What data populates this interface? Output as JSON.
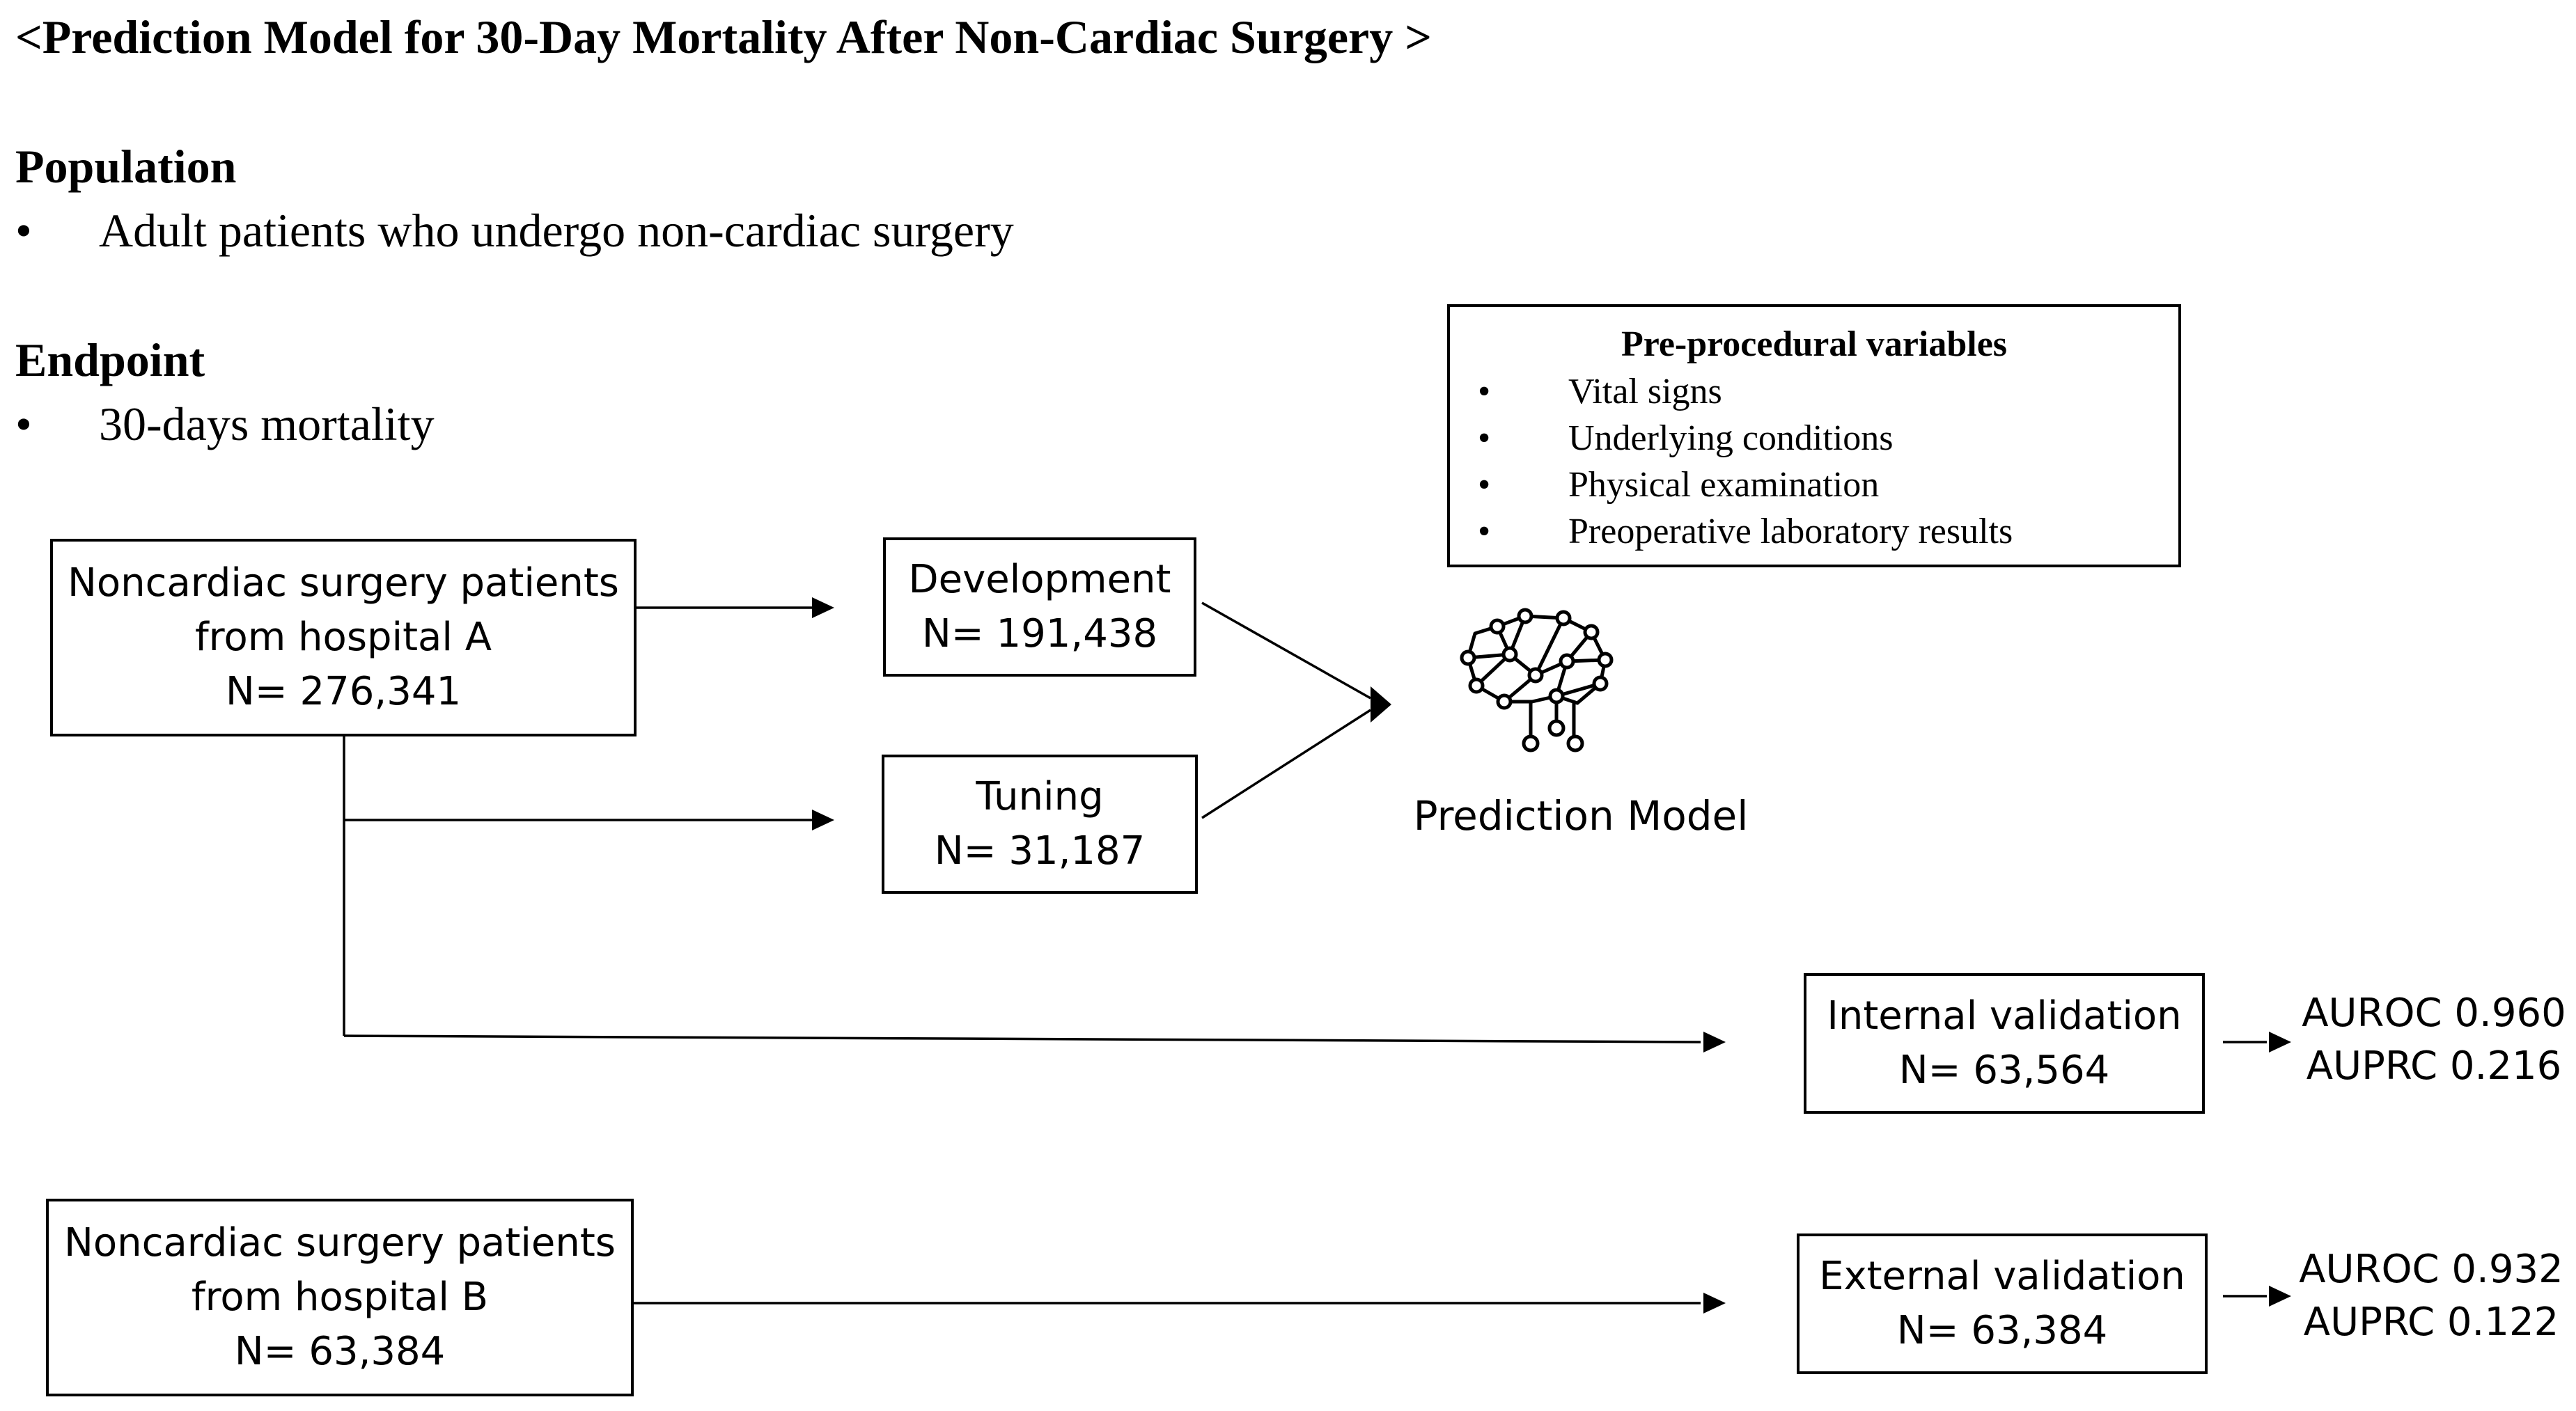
{
  "title": "<Prediction Model for 30-Day Mortality After Non-Cardiac Surgery >",
  "population": {
    "heading": "Population",
    "bullet": "•",
    "item": "Adult patients who undergo non-cardiac surgery"
  },
  "endpoint": {
    "heading": "Endpoint",
    "bullet": "•",
    "item": "30-days mortality"
  },
  "variables": {
    "title": "Pre-procedural variables",
    "bullet": "•",
    "items": [
      "Vital signs",
      "Underlying conditions",
      "Physical examination",
      "Preoperative laboratory results"
    ]
  },
  "hospital_a": {
    "line1": "Noncardiac surgery patients",
    "line2": "from hospital A",
    "count": "N= 276,341"
  },
  "hospital_b": {
    "line1": "Noncardiac surgery patients",
    "line2": "from hospital B",
    "count": "N= 63,384"
  },
  "development": {
    "label": "Development",
    "count": "N= 191,438"
  },
  "tuning": {
    "label": "Tuning",
    "count": "N= 31,187"
  },
  "prediction_model": {
    "label": "Prediction Model",
    "icon": "brain-network-icon"
  },
  "internal_validation": {
    "label": "Internal validation",
    "count": "N= 63,564",
    "auroc": "AUROC 0.960",
    "auprc": "AUPRC 0.216"
  },
  "external_validation": {
    "label": "External validation",
    "count": "N= 63,384",
    "auroc": "AUROC 0.932",
    "auprc": "AUPRC 0.122"
  },
  "colors": {
    "stroke": "#000000",
    "background": "#ffffff"
  }
}
